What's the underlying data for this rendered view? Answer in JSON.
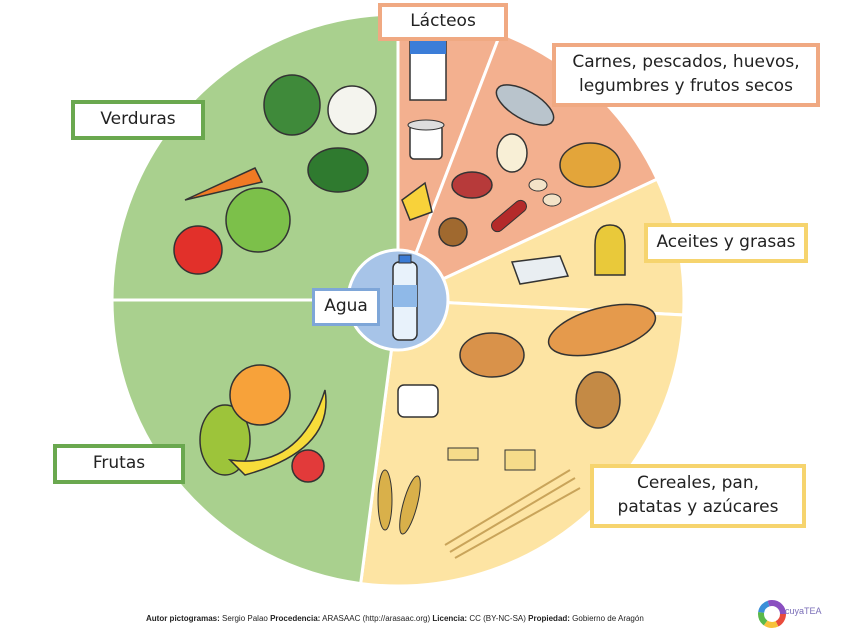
{
  "sections": {
    "lacteos": "Lácteos",
    "carnes": "Carnes, pescados, huevos, legumbres y frutos secos",
    "aceites": "Aceites y grasas",
    "cereales": "Cereales, pan, patatas y azúcares",
    "frutas": "Frutas",
    "verduras": "Verduras",
    "agua": "Agua"
  },
  "footer": {
    "autor_label": "Autor pictogramas:",
    "autor": "Sergio Palao",
    "procedencia_label": "Procedencia:",
    "procedencia": "ARASAAC (http://arasaac.org)",
    "licencia_label": "Licencia:",
    "licencia": "CC (BY-NC-SA)",
    "propiedad_label": "Propiedad:",
    "propiedad": "Gobierno de Aragón"
  },
  "logo": {
    "text": "cuyaTEA"
  },
  "colors": {
    "green": "#a9d08e",
    "salmon": "#f3b08f",
    "yellow": "#fde4a3",
    "water": "#a7c4e8"
  }
}
